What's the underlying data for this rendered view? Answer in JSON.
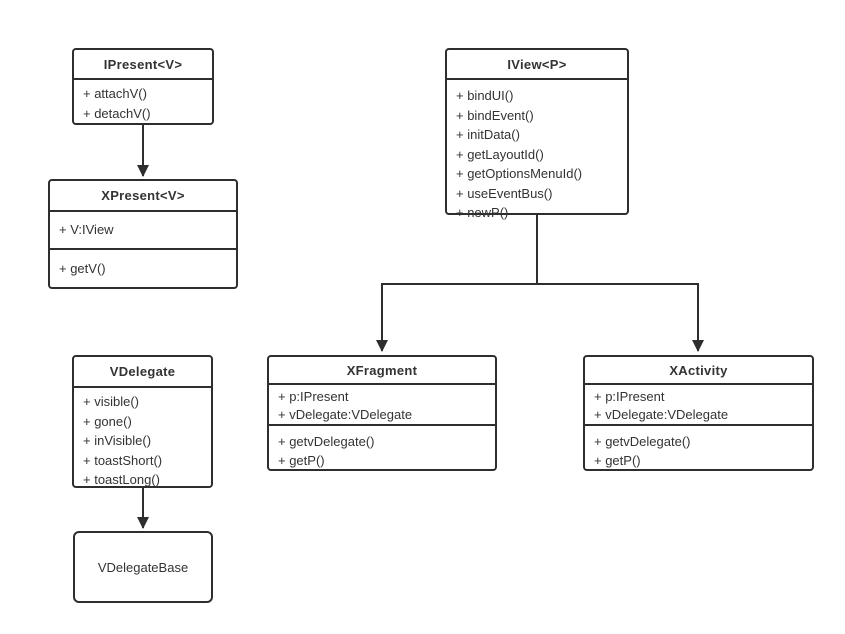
{
  "diagram": {
    "kind": "uml-class-diagram",
    "colors": {
      "canvas_background": "#ffffff",
      "shape_fill": "#ffffff",
      "stroke": "#2e2e2e",
      "text": "#333333"
    }
  },
  "classes": {
    "ipresent": {
      "title": "IPresent<V>",
      "members": [
        "+ attachV()",
        "+ detachV()"
      ]
    },
    "xpresent": {
      "title": "XPresent<V>",
      "fields": [
        "+ V:IView"
      ],
      "methods": [
        "+ getV()"
      ]
    },
    "iview": {
      "title": "IView<P>",
      "members": [
        "+ bindUI()",
        "+ bindEvent()",
        "+ initData()",
        "+ getLayoutId()",
        "+ getOptionsMenuId()",
        "+ useEventBus()",
        "+ newP()"
      ]
    },
    "vdelegate": {
      "title": "VDelegate",
      "members": [
        "+ visible()",
        "+ gone()",
        "+ inVisible()",
        "+ toastShort()",
        "+ toastLong()"
      ]
    },
    "xfragment": {
      "title": "XFragment",
      "fields": [
        "+ p:IPresent",
        "+ vDelegate:VDelegate"
      ],
      "methods": [
        "+ getvDelegate()",
        "+ getP()"
      ]
    },
    "xactivity": {
      "title": "XActivity",
      "fields": [
        "+ p:IPresent",
        "+ vDelegate:VDelegate"
      ],
      "methods": [
        "+ getvDelegate()",
        "+ getP()"
      ]
    },
    "vdelegatebase": {
      "title": "VDelegateBase"
    }
  },
  "relations": [
    {
      "from": "IPresent<V>",
      "to": "XPresent<V>",
      "type": "directed-arrow"
    },
    {
      "from": "IView<P>",
      "to": "XFragment",
      "type": "directed-arrow"
    },
    {
      "from": "IView<P>",
      "to": "XActivity",
      "type": "directed-arrow"
    },
    {
      "from": "VDelegate",
      "to": "VDelegateBase",
      "type": "directed-arrow"
    }
  ]
}
